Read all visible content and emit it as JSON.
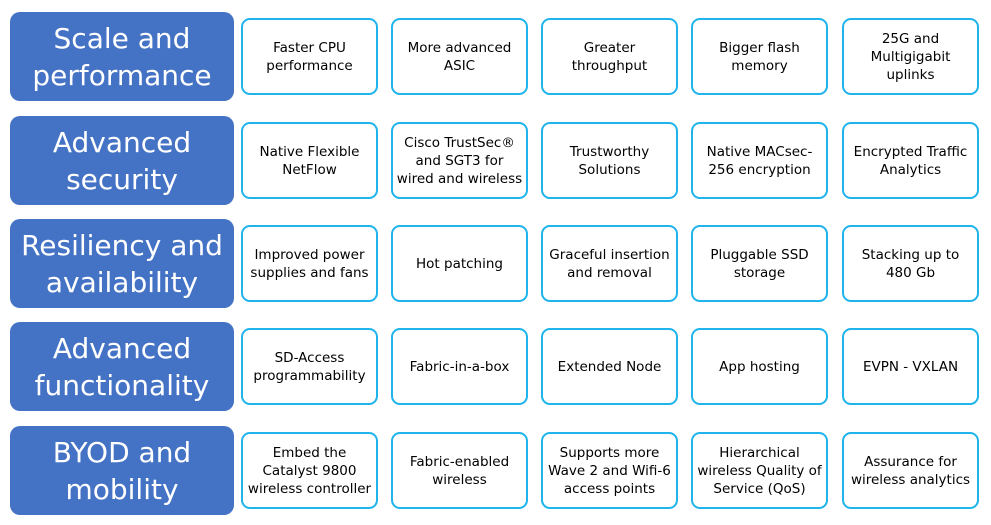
{
  "colors": {
    "category_bg": "#4472C4",
    "cell_border": "#1FB4EC"
  },
  "rows": [
    {
      "category": "Scale and performance",
      "items": [
        "Faster CPU performance",
        "More advanced ASIC",
        "Greater throughput",
        "Bigger flash memory",
        "25G and Multigigabit uplinks"
      ]
    },
    {
      "category": "Advanced security",
      "items": [
        "Native Flexible NetFlow",
        "Cisco TrustSec® and SGT3 for wired and wireless",
        "Trustworthy Solutions",
        "Native MACsec-256 encryption",
        "Encrypted Traffic Analytics"
      ]
    },
    {
      "category": "Resiliency and availability",
      "items": [
        "Improved power supplies and fans",
        "Hot patching",
        "Graceful insertion and removal",
        "Pluggable SSD storage",
        "Stacking up to 480 Gb"
      ]
    },
    {
      "category": "Advanced functionality",
      "items": [
        "SD-Access programmability",
        "Fabric-in-a-box",
        "Extended Node",
        "App hosting",
        "EVPN - VXLAN"
      ]
    },
    {
      "category": "BYOD and mobility",
      "items": [
        "Embed the Catalyst 9800 wireless controller",
        "Fabric-enabled wireless",
        "Supports more Wave 2 and Wifi-6 access points",
        "Hierarchical wireless Quality of Service (QoS)",
        "Assurance for wireless analytics"
      ]
    }
  ]
}
